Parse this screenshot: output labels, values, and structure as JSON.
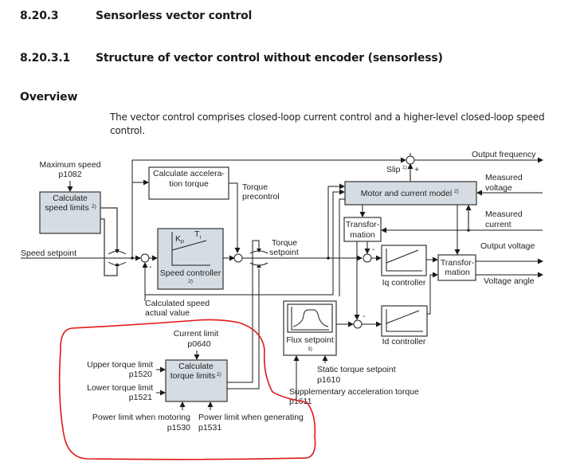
{
  "section": {
    "number": "8.20.3",
    "title": "Sensorless vector control"
  },
  "subsection": {
    "number": "8.20.3.1",
    "title": "Structure of vector control without encoder (sensorless)"
  },
  "overview": {
    "heading": "Overview",
    "text": "The vector control comprises closed-loop current control and a higher-level closed-loop speed control."
  },
  "diagram": {
    "inputs": {
      "maximum_speed": {
        "label": "Maximum speed",
        "param": "p1082"
      },
      "speed_setpoint": "Speed setpoint",
      "current_limit": {
        "label": "Current limit",
        "param": "p0640"
      },
      "upper_torque_limit": {
        "label": "Upper torque limit",
        "param": "p1520"
      },
      "lower_torque_limit": {
        "label": "Lower torque limit",
        "param": "p1521"
      },
      "power_limit_motoring": {
        "label": "Power limit when motoring",
        "param": "p1530"
      },
      "power_limit_generating": {
        "label": "Power limit when generating",
        "param": "p1531"
      },
      "static_torque_setpoint": {
        "label": "Static torque setpoint",
        "param": "p1610"
      },
      "supplementary_accel_torque": {
        "label": "Supplementary acceleration torque",
        "param": "p1611"
      },
      "measured_voltage": [
        "Measured",
        "voltage"
      ],
      "measured_current": [
        "Measured",
        "current"
      ]
    },
    "outputs": {
      "output_frequency": "Output frequency",
      "output_voltage": "Output voltage",
      "voltage_angle": "Voltage angle"
    },
    "blocks": {
      "calc_speed_limits": {
        "lines": [
          "Calculate",
          "speed limits"
        ],
        "note": "2)"
      },
      "calc_accel_torque": {
        "lines": [
          "Calculate accelera-",
          "tion torque"
        ]
      },
      "speed_controller": {
        "label": "Speed controller",
        "note": "2)",
        "kp": "K",
        "kp_sub": "P",
        "ti": "T",
        "ti_sub": "I"
      },
      "motor_current_model": {
        "label": "Motor and current model",
        "note": "2)"
      },
      "transformation_1": {
        "lines": [
          "Transfor-",
          "mation"
        ]
      },
      "transformation_2": {
        "lines": [
          "Transfor-",
          "mation"
        ]
      },
      "iq_controller": "Iq controller",
      "id_controller": "Id controller",
      "flux_setpoint": {
        "label": "Flux setpoint",
        "note": "3)"
      },
      "calc_torque_limits": {
        "lines": [
          "Calculate",
          "torque limits"
        ],
        "note": "2)"
      }
    },
    "signals": {
      "torque_precontrol": [
        "Torque",
        "precontrol"
      ],
      "torque_setpoint": [
        "Torque",
        "setpoint"
      ],
      "calculated_speed": [
        "Calculated speed",
        "actual value"
      ],
      "slip": "Slip",
      "slip_note": "1)",
      "plus": "+",
      "minus": "-"
    },
    "annotation_color": "#e01818",
    "block_fill": "#d5dde3"
  }
}
